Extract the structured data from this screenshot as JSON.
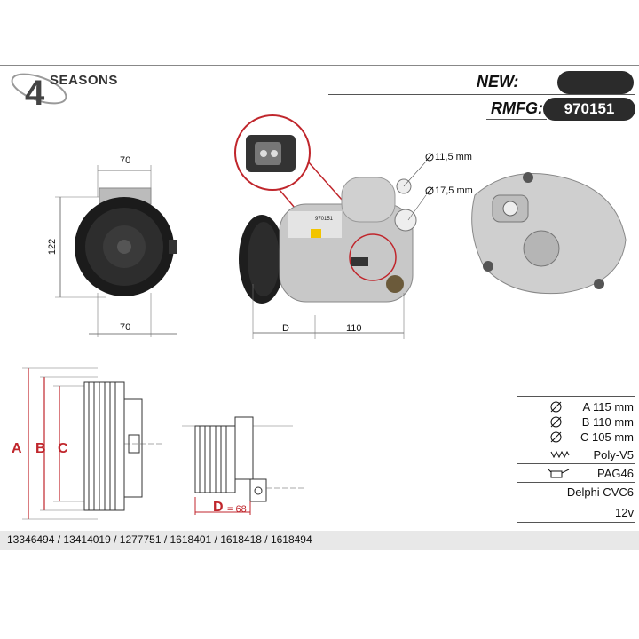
{
  "brand": {
    "name": "SEASONS",
    "digit": "4"
  },
  "header": {
    "new_label": "NEW:",
    "new_value": "",
    "rmfg_label": "RMFG:",
    "rmfg_value": "970151"
  },
  "front_view": {
    "dim_top": "70",
    "dim_left": "122",
    "dim_bottom": "70"
  },
  "side_view": {
    "dim_d": "D",
    "dim_110": "110",
    "port_small": "11,5 mm",
    "port_large": "17,5 mm",
    "label_text": "970151"
  },
  "profile_view": {
    "label_a": "A",
    "label_b": "B",
    "label_c": "C"
  },
  "pulley_view": {
    "d_label": "D",
    "d_value": "= 68"
  },
  "specs": {
    "a": "A 115 mm",
    "b": "B 110 mm",
    "c": "C 105 mm",
    "belt": "Poly-V5",
    "oil": "PAG46",
    "model": "Delphi CVC6",
    "voltage": "12v"
  },
  "oe_codes": "13346494 / 13414019 / 1277751 / 1618401 / 1618418 / 1618494",
  "icons": [
    "diameter-icon",
    "belt-icon",
    "oil-can-icon",
    "brand-logo-icon"
  ],
  "colors": {
    "accent_red": "#c0262c",
    "pill": "#2b2b2b",
    "bar": "#e8e8e8"
  }
}
